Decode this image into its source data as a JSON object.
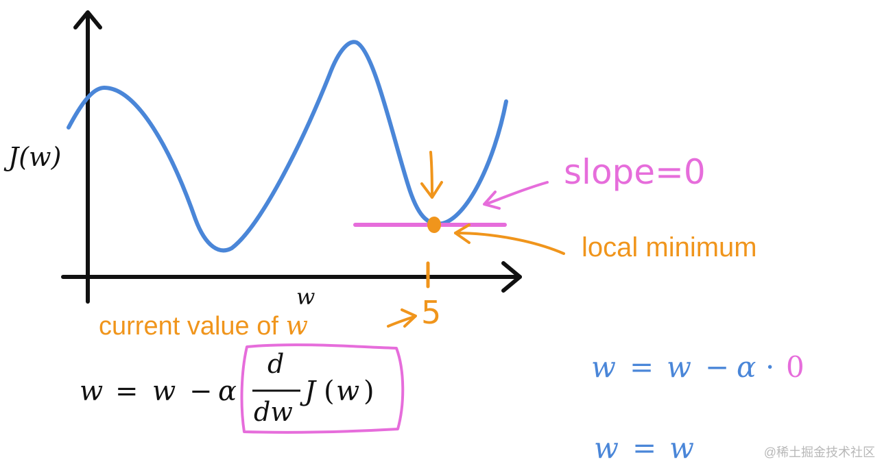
{
  "axes": {
    "y_label": "J(w)",
    "x_label": "w"
  },
  "annotations": {
    "slope": "slope=0",
    "local_min": "local minimum",
    "tick_value": "5",
    "current_value_prefix": "current value of ",
    "current_value_var": "w"
  },
  "update_rule": {
    "lhs": "w",
    "eq": "=",
    "w": "w",
    "minus": "−",
    "alpha": "α",
    "d_num": "d",
    "d_den": "dw",
    "J": "J",
    "paren_open": "(",
    "J_arg": "w",
    "paren_close": ")"
  },
  "result": {
    "line1": {
      "lhs": "w",
      "eq": "=",
      "w": "w",
      "minus": "−",
      "alpha": "α",
      "dot": "·",
      "zero": "0"
    },
    "line2": {
      "lhs": "w",
      "eq": "=",
      "w": "w"
    }
  },
  "watermark": "@稀土掘金技术社区",
  "colors": {
    "axis": "#111111",
    "curve": "#4a86d8",
    "tangent": "#e66ddb",
    "orange": "#f0951c",
    "magenta": "#e66ddb",
    "blue_text": "#4a86d8",
    "watermark": "#b8b8b8"
  }
}
